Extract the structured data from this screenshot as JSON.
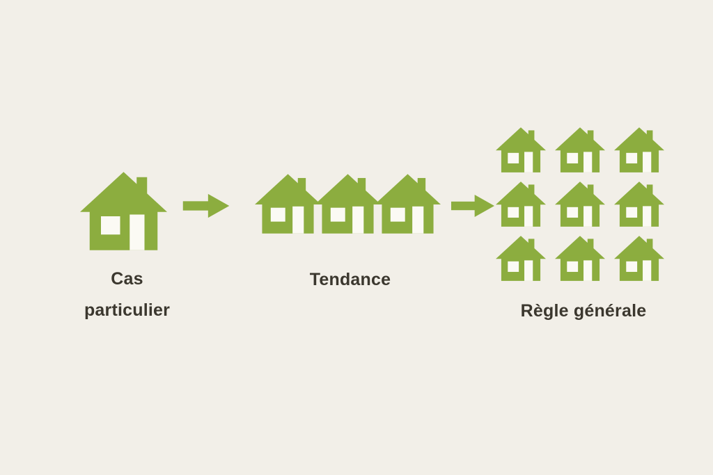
{
  "diagram": {
    "description": "Progression from a particular case to a general rule illustrated with houses",
    "colors": {
      "background": "#f2efe8",
      "house": "#8cad3f",
      "arrow": "#8cad3f",
      "window": "#fbfaf4",
      "text": "#3b372e"
    },
    "icons": {
      "house": "house-icon",
      "arrow": "arrow-right-icon"
    },
    "stages": [
      {
        "id": "cas-particulier",
        "label": "Cas particulier",
        "label_lines": [
          "Cas",
          "particulier"
        ],
        "house_count": 1
      },
      {
        "id": "tendance",
        "label": "Tendance",
        "label_lines": [
          "Tendance"
        ],
        "house_count": 3
      },
      {
        "id": "regle-generale",
        "label": "Règle générale",
        "label_lines": [
          "Règle générale"
        ],
        "house_count": 9
      }
    ],
    "connectors": [
      {
        "from": "cas-particulier",
        "to": "tendance",
        "icon": "arrow-right-icon"
      },
      {
        "from": "tendance",
        "to": "regle-generale",
        "icon": "arrow-right-icon"
      }
    ]
  }
}
